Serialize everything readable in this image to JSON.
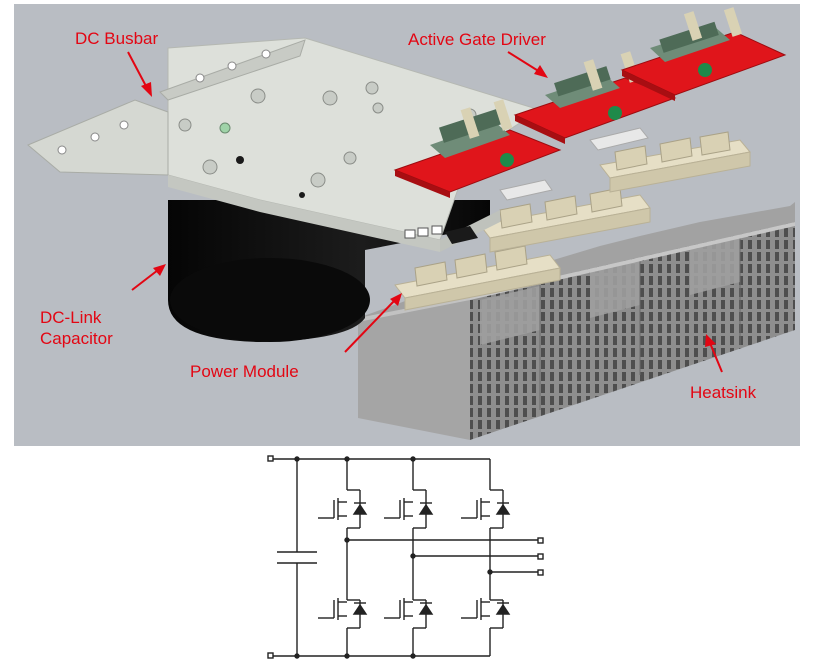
{
  "labels": {
    "dc_busbar": "DC Busbar",
    "gate_driver": "Active Gate Driver",
    "dc_link_line1": "DC-Link",
    "dc_link_line2": "Capacitor",
    "power_module": "Power Module",
    "heatsink": "Heatsink"
  },
  "colors": {
    "callout": "#e30613",
    "background": "#b9bdc3",
    "busbar": "#d8dcd6",
    "pcb": "#e0151b",
    "capacitor": "#0c0c0c",
    "heatsink": "#9c9c9c",
    "module": "#e3dcc4"
  }
}
